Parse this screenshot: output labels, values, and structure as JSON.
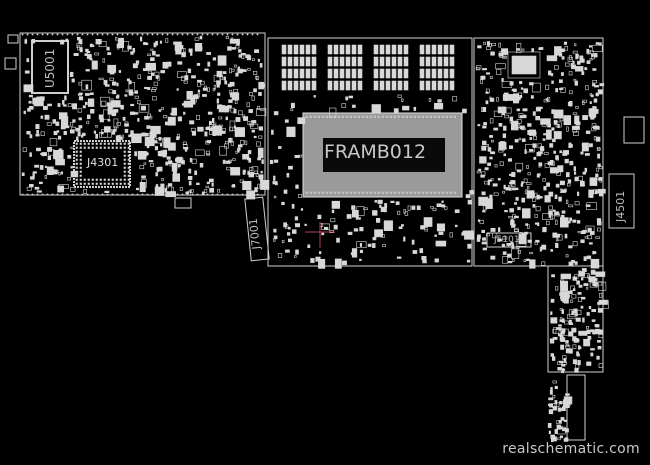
{
  "board": {
    "labels": {
      "cpu": "FRAMB012",
      "u5001": "U5001",
      "j4301": "J4301",
      "j7001": "J7001",
      "j4501": "J4501",
      "j5101": "J5101"
    }
  },
  "watermark": "realschematic.com",
  "colors": {
    "background": "#000000",
    "silkscreen": "#d8d8d8",
    "highlight": "#b04050",
    "via": "#2a8a6a"
  }
}
